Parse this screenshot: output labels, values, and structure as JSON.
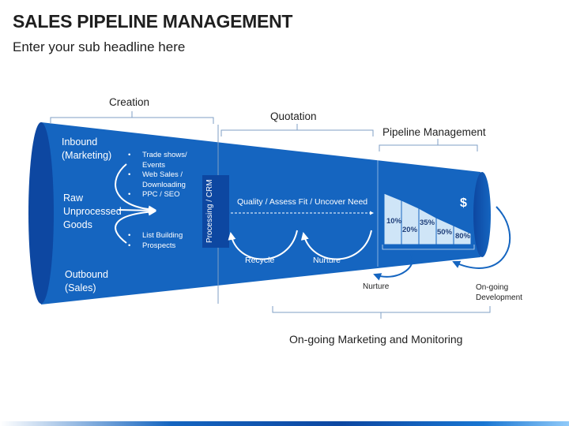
{
  "header": {
    "title": "SALES PIPELINE MANAGEMENT",
    "subtitle": "Enter your sub headline here"
  },
  "stages": {
    "creation": "Creation",
    "quotation": "Quotation",
    "pipeline": "Pipeline Management"
  },
  "creation": {
    "inbound": "Inbound (Marketing)",
    "raw": "Raw Unprocessed Goods",
    "outbound": "Outbound (Sales)",
    "inbound_items": [
      "Trade shows/ Events",
      "Web Sales / Downloading",
      "PPC / SEO"
    ],
    "outbound_items": [
      "List Building",
      "Prospects"
    ]
  },
  "processing_label": "Processing / CRM",
  "quotation": {
    "flow_label": "Quality / Assess Fit / Uncover Need",
    "recycle": "Recycle",
    "nurture": "Nurture"
  },
  "pipeline": {
    "currency_symbol": "$",
    "percentages": [
      "10%",
      "20%",
      "35%",
      "50%",
      "80%"
    ],
    "nurture": "Nurture",
    "ongoing_development": "On-going Development"
  },
  "footer_label": "On-going Marketing and Monitoring",
  "colors": {
    "funnel": "#1565c0",
    "funnel_dark": "#0d47a1",
    "bracket": "#7f9fc5",
    "bars": "#cfe5f7"
  }
}
